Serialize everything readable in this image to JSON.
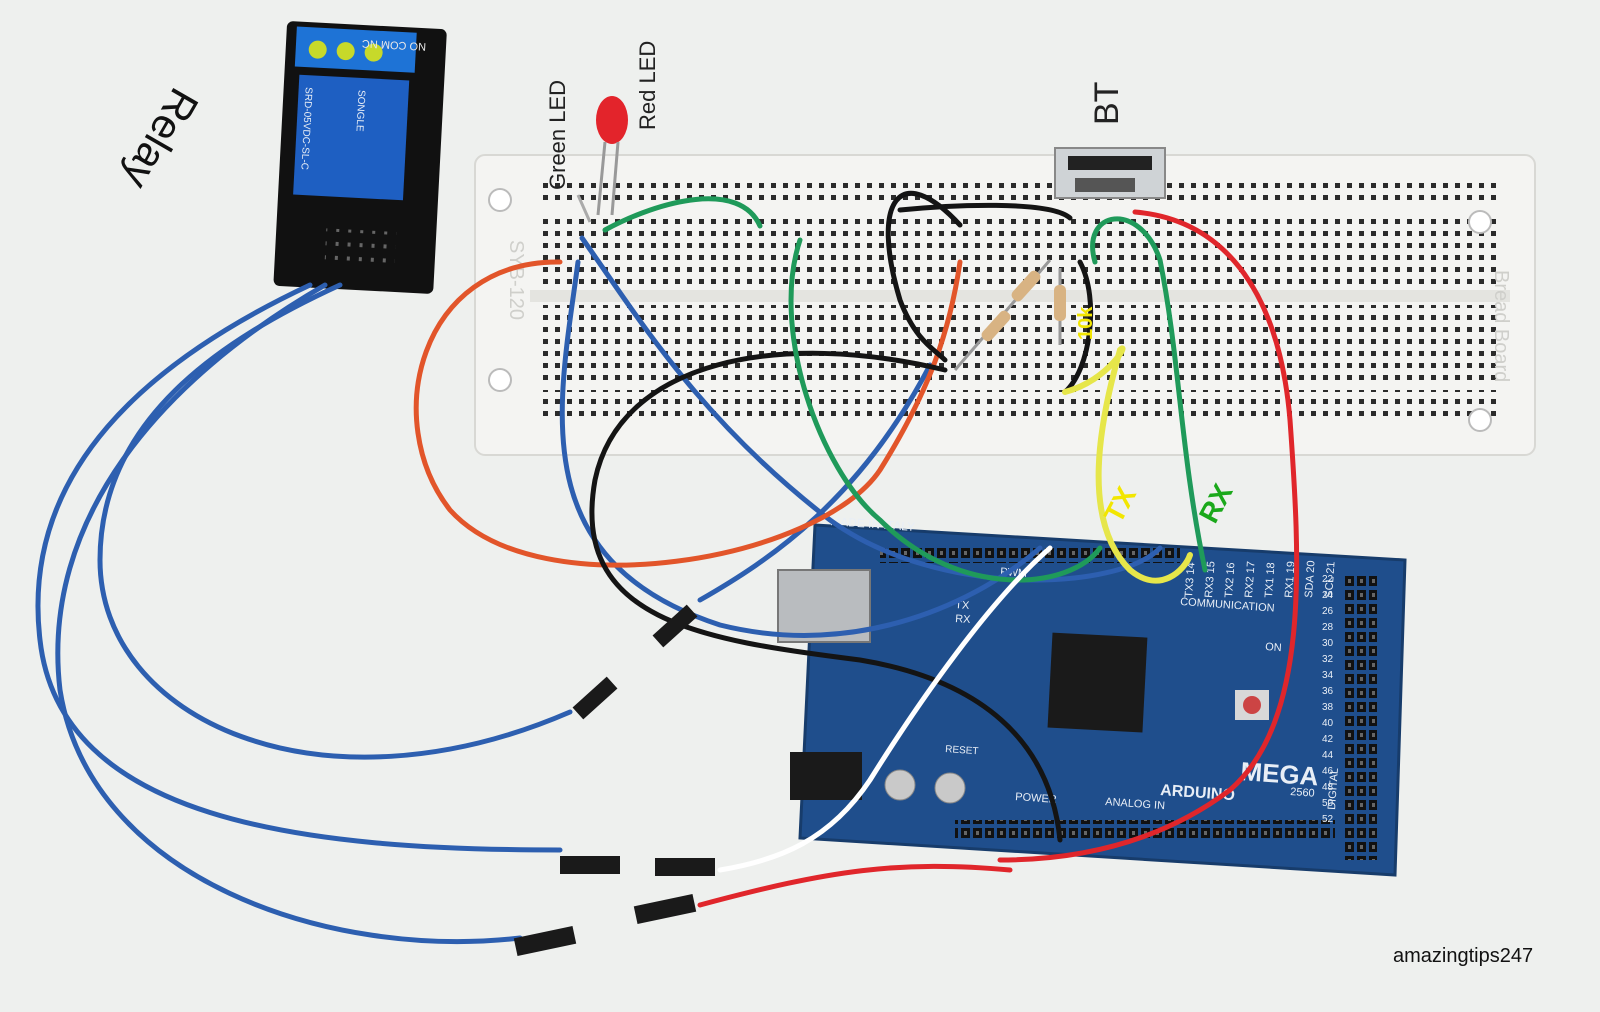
{
  "labels": {
    "relay": "Relay",
    "green_led": "Green LED",
    "red_led": "Red LED",
    "bt": "BT",
    "resistor": "10k",
    "tx": "TX",
    "rx": "RX",
    "watermark": "amazingtips247"
  },
  "printed_markings": {
    "relay_terminals": "NO COM NC",
    "relay_coil": "SRD-05VDC-SL-C",
    "relay_brand": "SONGLE",
    "breadboard_model": "SYB-120",
    "breadboard_brand": "Bread Board",
    "board_origin": "MADE IN ITALY",
    "board_pwm": "PWM",
    "board_comm": "COMMUNICATION",
    "board_pins": [
      "TX3 14",
      "RX3 15",
      "TX2 16",
      "RX2 17",
      "TX1 18",
      "RX1 19",
      "SDA 20",
      "SCL 21"
    ],
    "board_tx": "TX",
    "board_rx": "RX",
    "board_on": "ON",
    "board_reset": "RESET",
    "board_logo": "ARDUINO",
    "board_model": "MEGA",
    "board_model_num": "2560",
    "board_digital": "DIGITAL",
    "board_analog": "ANALOG IN",
    "board_power": "POWER",
    "digital_pin_numbers": [
      "22",
      "24",
      "26",
      "28",
      "30",
      "32",
      "34",
      "36",
      "38",
      "40",
      "42",
      "44",
      "46",
      "48",
      "50",
      "52"
    ]
  },
  "colors": {
    "background": "#eef0ee",
    "board": "#1f4e8c",
    "breadboard": "#f4f4f2",
    "relay_module": "#111111",
    "relay_body": "#1e5fc2",
    "wire_blue": "#2d5fb0",
    "wire_green": "#1f9a5a",
    "wire_red": "#e0262b",
    "wire_orange": "#e2552a",
    "wire_black": "#141414",
    "wire_yellow": "#e6e64a",
    "wire_white": "#ffffff",
    "label_yellow": "#f2e600",
    "label_green": "#1aa81a"
  }
}
